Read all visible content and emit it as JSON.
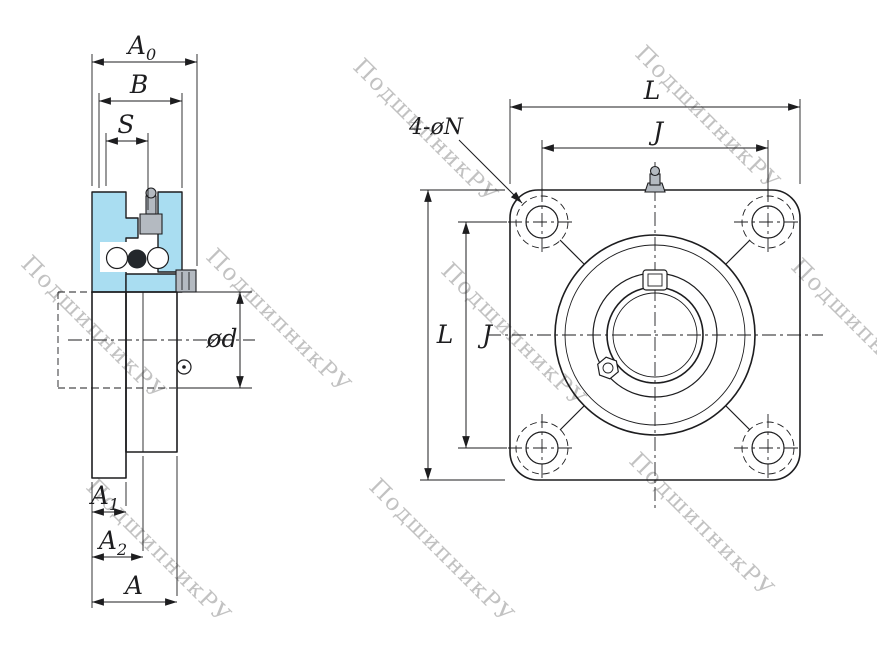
{
  "drawing": {
    "watermark": "ПодшипникРУ",
    "side_view": {
      "dim_a0": {
        "main": "A",
        "sub": "0"
      },
      "dim_b": "B",
      "dim_s": "S",
      "dim_od": "ød",
      "dim_a1": {
        "main": "A",
        "sub": "1"
      },
      "dim_a2": {
        "main": "A",
        "sub": "2"
      },
      "dim_a": "A"
    },
    "front_view": {
      "dim_l_top": "L",
      "dim_j_top": "J",
      "dim_bolt_holes": "4-øN",
      "dim_l_side": "L",
      "dim_j_side": "J"
    },
    "colors": {
      "line": "#1d1d1f",
      "housing": "#a9ddf1",
      "metal": "#b4bac1",
      "watermark": "#c2c2c2"
    }
  }
}
